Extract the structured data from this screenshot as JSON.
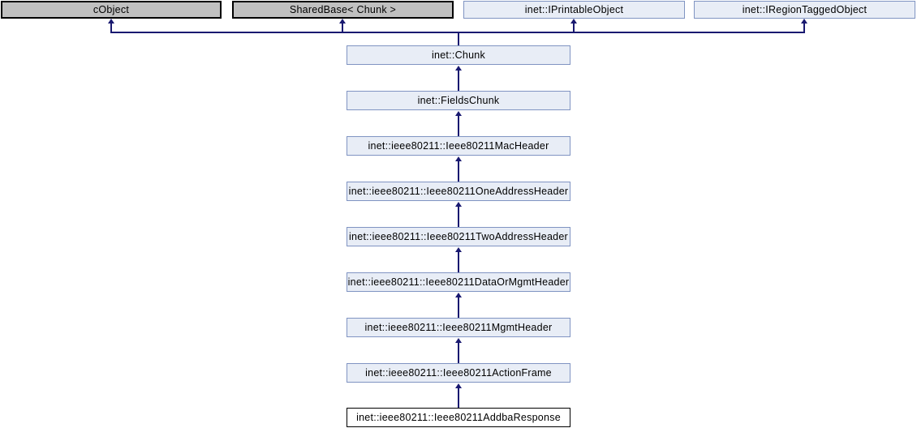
{
  "diagram_type": "class-inheritance-diagram",
  "colors": {
    "edge": "#191970",
    "external_fill": "#c0c0c0",
    "external_border": "#000000",
    "linked_fill": "#e8edf6",
    "linked_border": "#8094c2",
    "current_fill": "#ffffff",
    "current_border": "#000000"
  },
  "nodes": [
    {
      "id": "cobject",
      "label": "cObject",
      "kind": "external"
    },
    {
      "id": "sharedbase",
      "label": "SharedBase< Chunk >",
      "kind": "external"
    },
    {
      "id": "iprintable",
      "label": "inet::IPrintableObject",
      "kind": "linked"
    },
    {
      "id": "iregion",
      "label": "inet::IRegionTaggedObject",
      "kind": "linked"
    },
    {
      "id": "chunk",
      "label": "inet::Chunk",
      "kind": "linked"
    },
    {
      "id": "fieldschunk",
      "label": "inet::FieldsChunk",
      "kind": "linked"
    },
    {
      "id": "macheader",
      "label": "inet::ieee80211::Ieee80211MacHeader",
      "kind": "linked"
    },
    {
      "id": "oneaddr",
      "label": "inet::ieee80211::Ieee80211OneAddressHeader",
      "kind": "linked"
    },
    {
      "id": "twoaddr",
      "label": "inet::ieee80211::Ieee80211TwoAddressHeader",
      "kind": "linked"
    },
    {
      "id": "dataormgmt",
      "label": "inet::ieee80211::Ieee80211DataOrMgmtHeader",
      "kind": "linked"
    },
    {
      "id": "mgmtheader",
      "label": "inet::ieee80211::Ieee80211MgmtHeader",
      "kind": "linked"
    },
    {
      "id": "actionframe",
      "label": "inet::ieee80211::Ieee80211ActionFrame",
      "kind": "linked"
    },
    {
      "id": "addbaresp",
      "label": "inet::ieee80211::Ieee80211AddbaResponse",
      "kind": "current"
    }
  ],
  "edges": [
    {
      "child": "chunk",
      "parent": "cobject"
    },
    {
      "child": "chunk",
      "parent": "sharedbase"
    },
    {
      "child": "chunk",
      "parent": "iprintable"
    },
    {
      "child": "chunk",
      "parent": "iregion"
    },
    {
      "child": "fieldschunk",
      "parent": "chunk"
    },
    {
      "child": "macheader",
      "parent": "fieldschunk"
    },
    {
      "child": "oneaddr",
      "parent": "macheader"
    },
    {
      "child": "twoaddr",
      "parent": "oneaddr"
    },
    {
      "child": "dataormgmt",
      "parent": "twoaddr"
    },
    {
      "child": "mgmtheader",
      "parent": "dataormgmt"
    },
    {
      "child": "actionframe",
      "parent": "mgmtheader"
    },
    {
      "child": "addbaresp",
      "parent": "actionframe"
    }
  ]
}
